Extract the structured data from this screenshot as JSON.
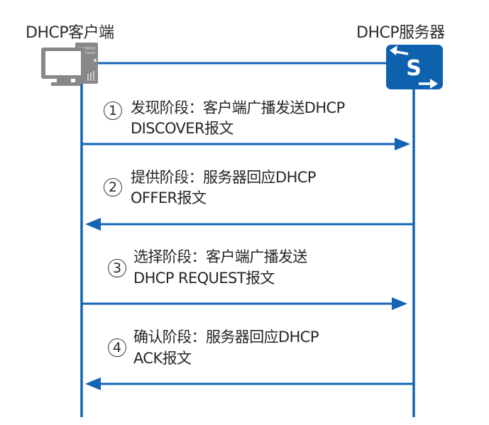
{
  "diagram": {
    "type": "sequence",
    "colors": {
      "line": "#1464b4",
      "device_gray": "#8a8a8a",
      "server_blue": "#0e61ad",
      "text": "#262626"
    },
    "participants": [
      {
        "id": "client",
        "label": "DHCP客户端",
        "icon": "pc-icon"
      },
      {
        "id": "server",
        "label": "DHCP服务器",
        "icon": "switch-s-icon"
      }
    ],
    "messages": [
      {
        "step": "1",
        "from": "client",
        "to": "server",
        "line1": "发现阶段：客户端广播发送DHCP",
        "line2": "DISCOVER报文"
      },
      {
        "step": "2",
        "from": "server",
        "to": "client",
        "line1": "提供阶段：服务器回应DHCP",
        "line2": "OFFER报文"
      },
      {
        "step": "3",
        "from": "client",
        "to": "server",
        "line1": "选择阶段：客户端广播发送",
        "line2": "DHCP REQUEST报文"
      },
      {
        "step": "4",
        "from": "server",
        "to": "client",
        "line1": "确认阶段：服务器回应DHCP",
        "line2": "ACK报文"
      }
    ]
  }
}
